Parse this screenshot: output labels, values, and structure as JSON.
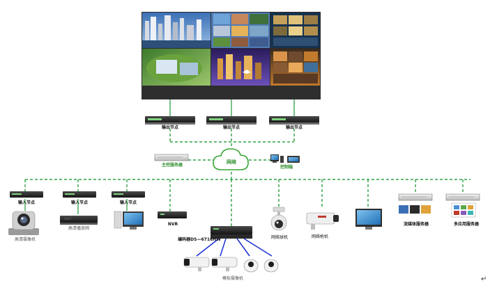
{
  "colors": {
    "link_green": "#2ea043",
    "link_blue": "#1a2fd6",
    "wall_frame": "#2b2b2b",
    "cloud_stroke": "#35a535",
    "label_green": "#2f8f2f"
  },
  "video_wall": {
    "name": "video-wall"
  },
  "output_nodes": [
    {
      "label": "输出节点"
    },
    {
      "label": "输出节点"
    },
    {
      "label": "输出节点"
    }
  ],
  "network": {
    "label": "网络",
    "icon": "cloud-icon"
  },
  "central_server": {
    "label": "主控服务器"
  },
  "controller": {
    "label": "控制端"
  },
  "input_nodes": [
    {
      "label": "输入节点",
      "device_label": "高清摄像机"
    },
    {
      "label": "输入节点",
      "device_label": "高清播放网"
    },
    {
      "label": "输入节点",
      "device_label": ""
    }
  ],
  "nvr": {
    "label": "NVR"
  },
  "encoder": {
    "label": "编码器DS—6716HW"
  },
  "network_cameras": [
    {
      "label": "网络球机"
    },
    {
      "label": "网络枪机"
    }
  ],
  "streaming_server": {
    "label": "流媒体服务器"
  },
  "app_server": {
    "label": "多应用服务器"
  },
  "analog_cameras": {
    "label": "模拟摄像机"
  },
  "return_mark": "↵"
}
